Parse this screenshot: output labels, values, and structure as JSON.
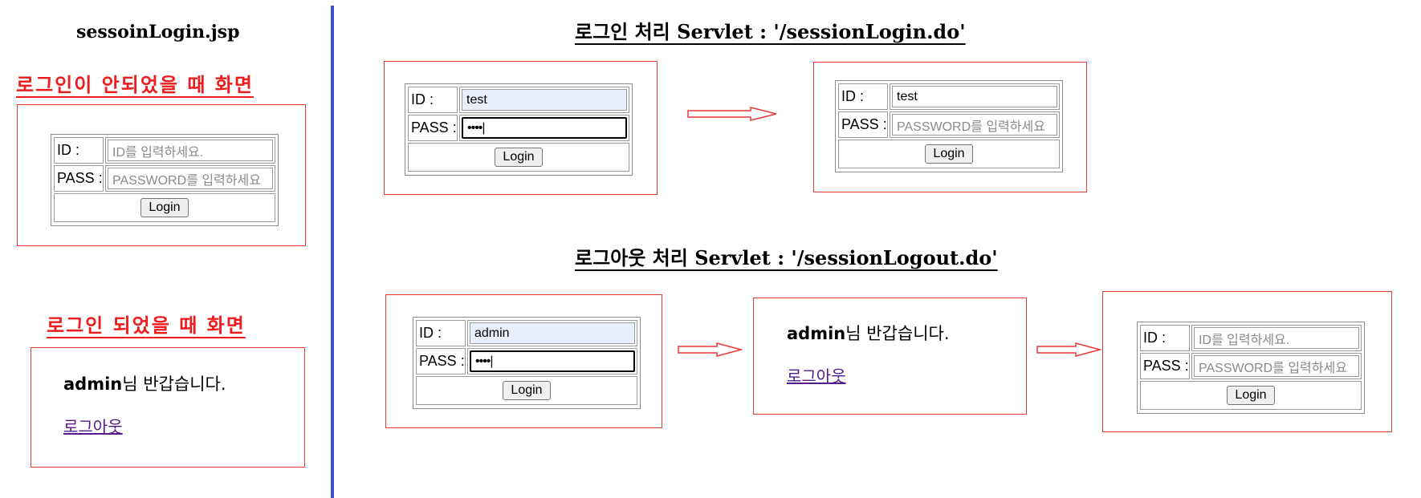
{
  "left": {
    "file_title": "sessoinLogin.jsp",
    "not_logged_heading": "로그인이 안되었을 때 화면",
    "logged_heading": "로그인 되었을 때 화면"
  },
  "login_section": {
    "title": "로그인 처리 Servlet : '/sessionLogin.do'"
  },
  "logout_section": {
    "title": "로그아웃 처리 Servlet : '/sessionLogout.do'"
  },
  "form": {
    "id_label": "ID :",
    "pass_label": "PASS :",
    "id_placeholder": "ID를 입력하세요.",
    "pass_placeholder": "PASSWORD를 입력하세요",
    "login_button": "Login"
  },
  "login_example": {
    "id_value": "test",
    "pass_value": "••••|"
  },
  "logout_example": {
    "id_value": "admin",
    "pass_value": "••••|"
  },
  "welcome": {
    "user": "admin",
    "suffix": "님 반갑습니다.",
    "logout_link": "로그아웃"
  },
  "colors": {
    "panel_border": "#e53935",
    "heading_red": "#ee1c1c",
    "divider": "#3f4fd4",
    "link": "#551a8b"
  }
}
